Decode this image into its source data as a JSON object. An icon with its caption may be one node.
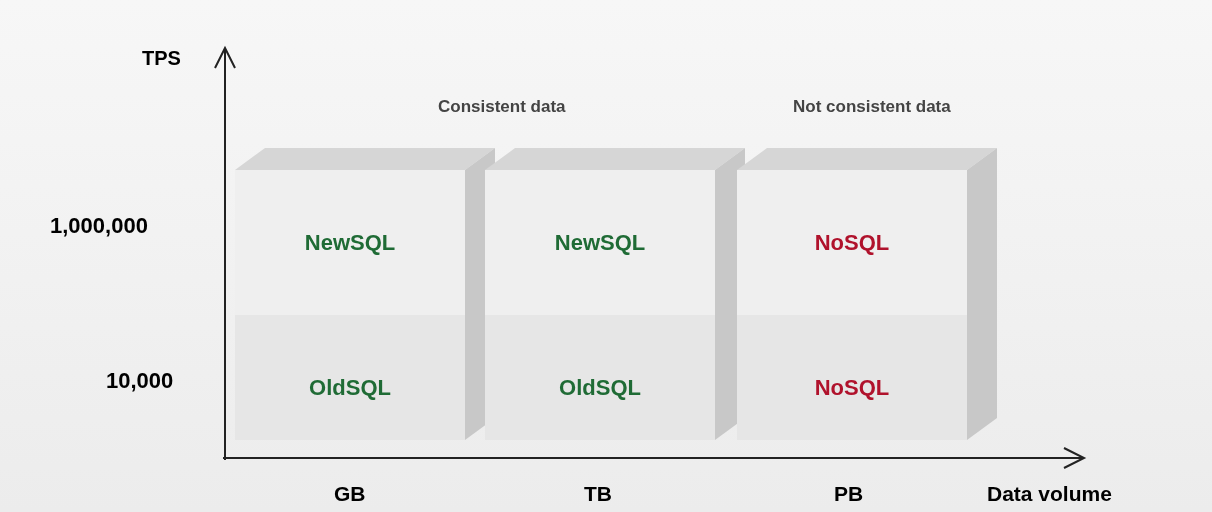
{
  "diagram": {
    "nodes": [
      {
        "text": [],
        "shape": "box"
      },
      {
        "text": [],
        "shape": "box"
      },
      {
        "text": [],
        "shape": "box"
      },
      {
        "text": [
          "NewSQL"
        ],
        "in": 0
      },
      {
        "text": [
          "NewSQL"
        ],
        "in": 1
      },
      {
        "text": [
          "NoSQL"
        ],
        "in": 2
      },
      {
        "text": [
          "OldSQL"
        ],
        "in": 0
      },
      {
        "text": [
          "OldSQL"
        ],
        "in": 1
      },
      {
        "text": [
          "NoSQL"
        ],
        "in": 2
      }
    ],
    "edges": [],
    "labels": [
      "TPS",
      "Consistent data",
      "Not consistent data",
      "1,000,000",
      "10,000",
      "GB",
      "TB",
      "PB",
      "Data volume"
    ]
  }
}
